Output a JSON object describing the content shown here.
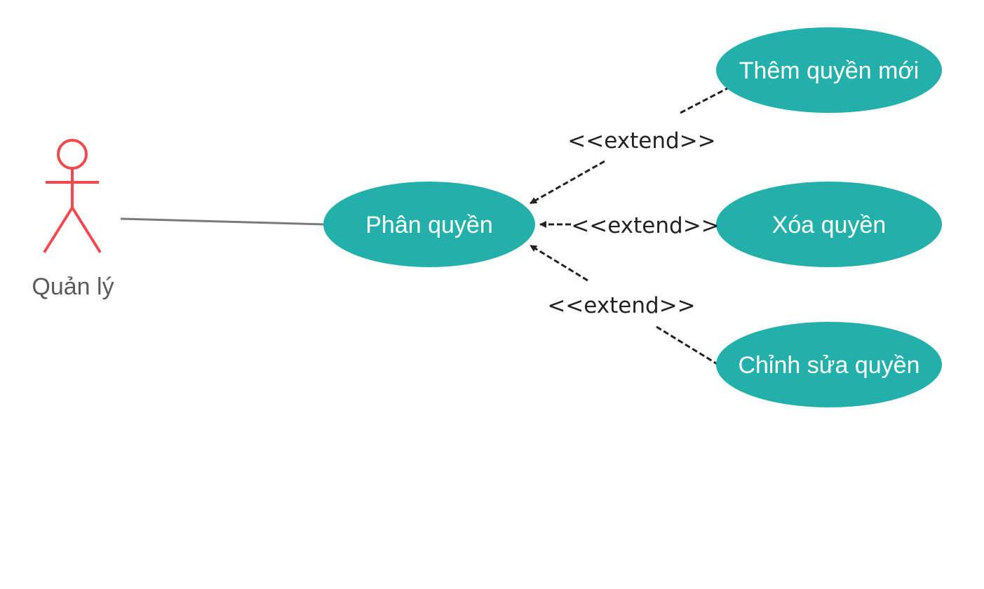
{
  "colors": {
    "usecase_fill": "#24b0aa",
    "usecase_text": "#ffffff",
    "actor": "#f14a4e",
    "actor_label": "#5a5a5a",
    "association": "#7a7a7a",
    "dependency": "#222222",
    "stereotype_text": "#222222"
  },
  "actor": {
    "label": "Quản lý"
  },
  "use_cases": {
    "main": "Phân quyền",
    "add": "Thêm quyền mới",
    "delete": "Xóa quyền",
    "edit": "Chỉnh sửa quyền"
  },
  "relations": {
    "extend_add": "<<extend>>",
    "extend_delete": "<<extend>>",
    "extend_edit": "<<extend>>"
  }
}
